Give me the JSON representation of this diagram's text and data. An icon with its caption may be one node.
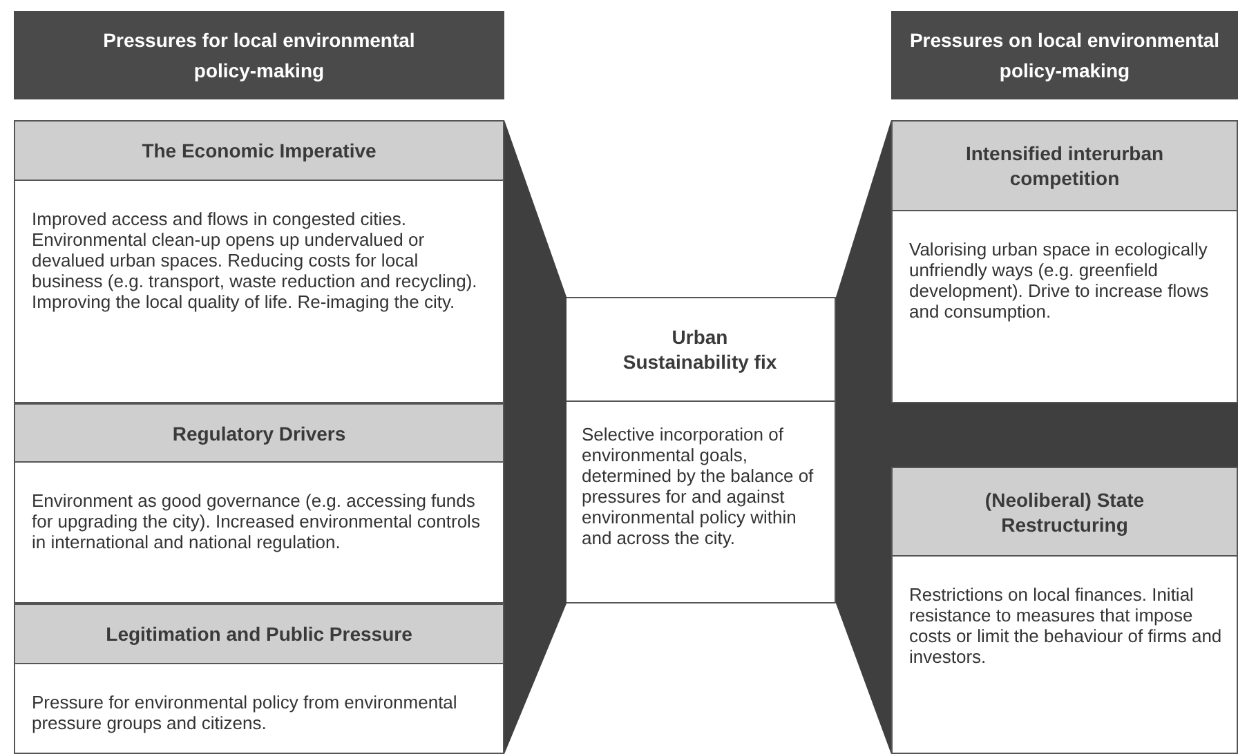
{
  "diagram": {
    "nodes": [
      {
        "text": [
          "Pressures for local environmental policy-making"
        ]
      },
      {
        "text": [
          "The Economic Imperative",
          "Improved access and flows in congested cities. Environmental clean-up opens up undervalued or devalued urban spaces. Reducing costs for local business (e.g. transport, waste reduction and recycling). Improving the local quality of life. Re-imaging the city."
        ]
      },
      {
        "text": [
          "Regulatory Drivers",
          "Environment as good governance (e.g. accessing funds for upgrading the city). Increased environmental controls in international and national regulation."
        ]
      },
      {
        "text": [
          "Legitimation and Public Pressure",
          "Pressure for environmental policy from environmental pressure groups and citizens."
        ]
      },
      {
        "text": [
          "Urban Sustainability fix",
          "Selective incorporation of environmental goals, determined by the balance of pressures for and against environmental policy within and across the city."
        ]
      },
      {
        "text": [
          "Pressures on local environmental policy-making"
        ]
      },
      {
        "text": [
          "Intensified interurban competition",
          "Valorising urban space in ecologically unfriendly ways (e.g. greenfield development). Drive to increase flows and consumption."
        ]
      },
      {
        "text": [
          "(Neoliberal) State Restructuring",
          "Restrictions on local finances. Initial resistance to measures that impose costs or limit the behaviour of firms and investors."
        ]
      },
      {
        "text": [],
        "shape": "funnel"
      },
      {
        "text": [],
        "shape": "funnel"
      },
      {
        "text": [],
        "shape": "bar"
      }
    ]
  }
}
